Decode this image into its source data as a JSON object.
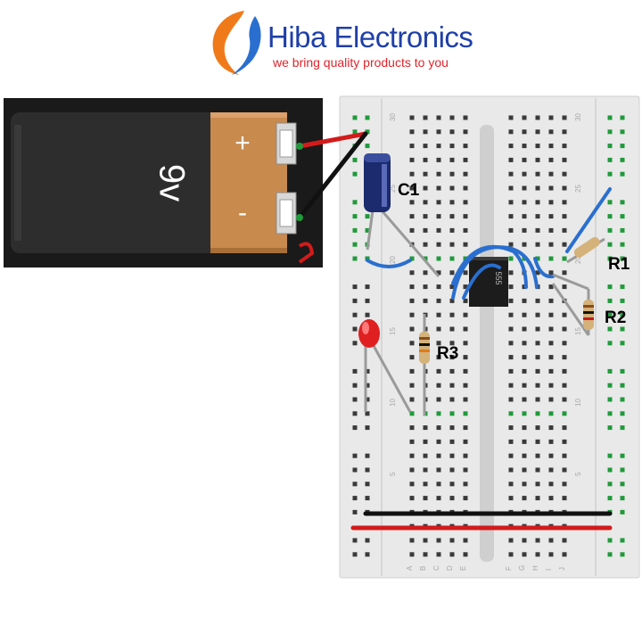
{
  "brand": {
    "name": "Hiba Electronics",
    "tagline": "we bring quality products to you",
    "colors": {
      "name": "#1f3fa8",
      "tagline": "#e0242b",
      "logo_orange": "#f07a1a",
      "logo_blue": "#2a6fcf"
    }
  },
  "battery": {
    "label": "9v",
    "positive_symbol": "+",
    "negative_symbol": "-",
    "colors": {
      "body": "#2b2b2b",
      "label": "#c98a4e"
    }
  },
  "components": {
    "c1": "C1",
    "r1": "R1",
    "r2": "R2",
    "r3": "R3",
    "ic_marking": "555"
  },
  "breadboard": {
    "row_numbers_left": [
      "30",
      "25",
      "20",
      "15",
      "10",
      "5"
    ],
    "row_numbers_right": [
      "30",
      "25",
      "20",
      "15",
      "10",
      "5"
    ],
    "column_letters_left": [
      "A",
      "B",
      "C",
      "D",
      "E"
    ],
    "column_letters_right": [
      "F",
      "G",
      "H",
      "I",
      "J"
    ],
    "colors": {
      "board": "#e9e9e9",
      "hole": "#3a3a3a",
      "connected_hole": "#1f9a3a"
    }
  },
  "wires": {
    "colors": {
      "red": "#d21b1b",
      "black": "#111111",
      "blue": "#2a6fcf",
      "grey_lead": "#9a9a9a"
    }
  }
}
